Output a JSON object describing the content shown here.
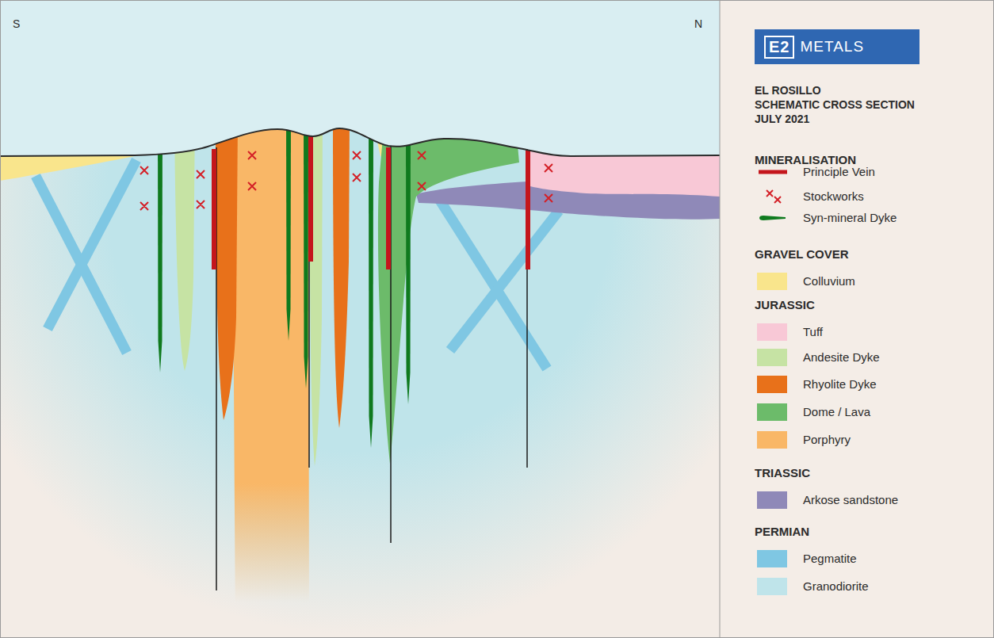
{
  "diagram": {
    "title": "EL ROSILLO",
    "nodes": [
      {
        "text": [
          "E2",
          "METALS"
        ]
      }
    ],
    "labels": [
      "S",
      "N",
      "SCHEMATIC CROSS SECTION",
      "JULY 2021",
      "MINERALISATION",
      "GRAVEL COVER",
      "JURASSIC",
      "TRIASSIC",
      "PERMIAN"
    ],
    "legend": [
      {
        "text": "Principle Vein"
      },
      {
        "text": "Stockworks"
      },
      {
        "text": "Syn-mineral Dyke"
      },
      {
        "text": "Colluvium",
        "color": "#f9e58c"
      },
      {
        "text": "Tuff",
        "color": "#f8c8d6"
      },
      {
        "text": "Andesite Dyke",
        "color": "#c6e3a4"
      },
      {
        "text": "Rhyolite Dyke",
        "color": "#e8711a"
      },
      {
        "text": "Dome / Lava",
        "color": "#6cbb6a"
      },
      {
        "text": "Porphyry",
        "color": "#f9b767"
      },
      {
        "text": "Arkose sandstone",
        "color": "#8f89b8"
      },
      {
        "text": "Pegmatite",
        "color": "#7fc7e3"
      },
      {
        "text": "Granodiorite",
        "color": "#bfe4ea"
      }
    ]
  }
}
